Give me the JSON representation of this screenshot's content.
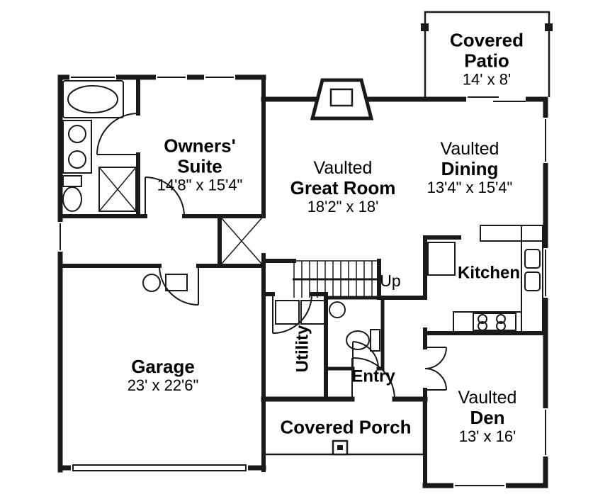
{
  "page": {
    "background": "#ffffff",
    "line_color": "#1a1a1a",
    "text_color": "#000000"
  },
  "rooms": {
    "covered_patio": {
      "line1": "Covered",
      "line2": "Patio",
      "dims": "14' x 8'"
    },
    "owners_suite": {
      "line1": "Owners'",
      "line2": "Suite",
      "dims": "14'8\" x 15'4\""
    },
    "great_room": {
      "prefix": "Vaulted",
      "name": "Great Room",
      "dims": "18'2\" x 18'"
    },
    "dining": {
      "prefix": "Vaulted",
      "name": "Dining",
      "dims": "13'4\" x 15'4\""
    },
    "kitchen": {
      "name": "Kitchen"
    },
    "garage": {
      "name": "Garage",
      "dims": "23' x 22'6\""
    },
    "utility": {
      "name": "Utility"
    },
    "entry": {
      "name": "Entry"
    },
    "stairs": {
      "direction_label": "Up"
    },
    "covered_porch": {
      "name": "Covered Porch"
    },
    "den": {
      "prefix": "Vaulted",
      "name": "Den",
      "dims": "13' x 16'"
    }
  }
}
